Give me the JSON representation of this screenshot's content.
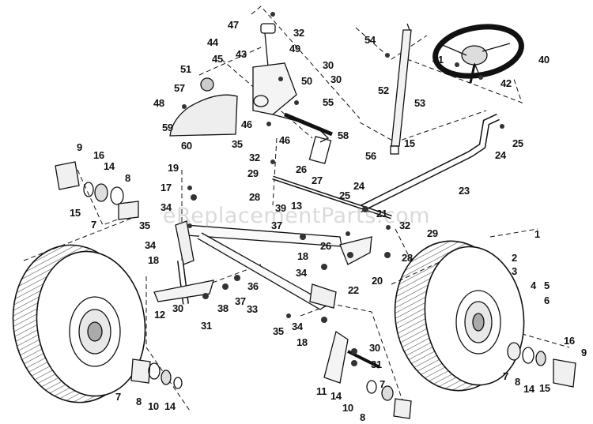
{
  "watermark": "eReplacementParts.com",
  "callouts": [
    {
      "id": "c47a",
      "text": "47"
    },
    {
      "id": "c32a",
      "text": "32"
    },
    {
      "id": "c44",
      "text": "44"
    },
    {
      "id": "c49",
      "text": "49"
    },
    {
      "id": "c43",
      "text": "43"
    },
    {
      "id": "c45",
      "text": "45"
    },
    {
      "id": "c30a",
      "text": "30"
    },
    {
      "id": "c50",
      "text": "50"
    },
    {
      "id": "c30b",
      "text": "30"
    },
    {
      "id": "c51",
      "text": "51"
    },
    {
      "id": "c57",
      "text": "57"
    },
    {
      "id": "c55",
      "text": "55"
    },
    {
      "id": "c48",
      "text": "48"
    },
    {
      "id": "c59",
      "text": "59"
    },
    {
      "id": "c46a",
      "text": "46"
    },
    {
      "id": "c46b",
      "text": "46"
    },
    {
      "id": "c35a",
      "text": "35"
    },
    {
      "id": "c60",
      "text": "60"
    },
    {
      "id": "c58",
      "text": "58"
    },
    {
      "id": "c54",
      "text": "54"
    },
    {
      "id": "c52",
      "text": "52"
    },
    {
      "id": "c53",
      "text": "53"
    },
    {
      "id": "c15a",
      "text": "15"
    },
    {
      "id": "c56",
      "text": "56"
    },
    {
      "id": "c41",
      "text": "41"
    },
    {
      "id": "c40",
      "text": "40"
    },
    {
      "id": "c42",
      "text": "42"
    },
    {
      "id": "c24a",
      "text": "24"
    },
    {
      "id": "c25a",
      "text": "25"
    },
    {
      "id": "c9a",
      "text": "9"
    },
    {
      "id": "c16a",
      "text": "16"
    },
    {
      "id": "c14a",
      "text": "14"
    },
    {
      "id": "c8a",
      "text": "8"
    },
    {
      "id": "c15b",
      "text": "15"
    },
    {
      "id": "c7a",
      "text": "7"
    },
    {
      "id": "c32b",
      "text": "32"
    },
    {
      "id": "c29a",
      "text": "29"
    },
    {
      "id": "c26a",
      "text": "26"
    },
    {
      "id": "c27",
      "text": "27"
    },
    {
      "id": "c28a",
      "text": "28"
    },
    {
      "id": "c23",
      "text": "23"
    },
    {
      "id": "c19",
      "text": "19"
    },
    {
      "id": "c17",
      "text": "17"
    },
    {
      "id": "c34a",
      "text": "34"
    },
    {
      "id": "c35b",
      "text": "35"
    },
    {
      "id": "c39",
      "text": "39"
    },
    {
      "id": "c13",
      "text": "13"
    },
    {
      "id": "c25b",
      "text": "25"
    },
    {
      "id": "c24b",
      "text": "24"
    },
    {
      "id": "c21",
      "text": "21"
    },
    {
      "id": "c32c",
      "text": "32"
    },
    {
      "id": "c29b",
      "text": "29"
    },
    {
      "id": "c37a",
      "text": "37"
    },
    {
      "id": "c34b",
      "text": "34"
    },
    {
      "id": "c26b",
      "text": "26"
    },
    {
      "id": "c28b",
      "text": "28"
    },
    {
      "id": "c18a",
      "text": "18"
    },
    {
      "id": "c18b",
      "text": "18"
    },
    {
      "id": "c34c",
      "text": "34"
    },
    {
      "id": "c1",
      "text": "1"
    },
    {
      "id": "c2",
      "text": "2"
    },
    {
      "id": "c3",
      "text": "3"
    },
    {
      "id": "c20",
      "text": "20"
    },
    {
      "id": "c22",
      "text": "22"
    },
    {
      "id": "c36",
      "text": "36"
    },
    {
      "id": "c4",
      "text": "4"
    },
    {
      "id": "c5",
      "text": "5"
    },
    {
      "id": "c6",
      "text": "6"
    },
    {
      "id": "c12",
      "text": "12"
    },
    {
      "id": "c30c",
      "text": "30"
    },
    {
      "id": "c38",
      "text": "38"
    },
    {
      "id": "c37b",
      "text": "37"
    },
    {
      "id": "c33",
      "text": "33"
    },
    {
      "id": "c31a",
      "text": "31"
    },
    {
      "id": "c35c",
      "text": "35"
    },
    {
      "id": "c34d",
      "text": "34"
    },
    {
      "id": "c18c",
      "text": "18"
    },
    {
      "id": "c30d",
      "text": "30"
    },
    {
      "id": "c31b",
      "text": "31"
    },
    {
      "id": "c16b",
      "text": "16"
    },
    {
      "id": "c9b",
      "text": "9"
    },
    {
      "id": "c7b",
      "text": "7"
    },
    {
      "id": "c8b",
      "text": "8"
    },
    {
      "id": "c14b",
      "text": "14"
    },
    {
      "id": "c15c",
      "text": "15"
    },
    {
      "id": "c7c",
      "text": "7"
    },
    {
      "id": "c8c",
      "text": "8"
    },
    {
      "id": "c10a",
      "text": "10"
    },
    {
      "id": "c14c",
      "text": "14"
    },
    {
      "id": "c11",
      "text": "11"
    },
    {
      "id": "c14d",
      "text": "14"
    },
    {
      "id": "c7d",
      "text": "7"
    },
    {
      "id": "c10b",
      "text": "10"
    },
    {
      "id": "c8d",
      "text": "8"
    }
  ]
}
